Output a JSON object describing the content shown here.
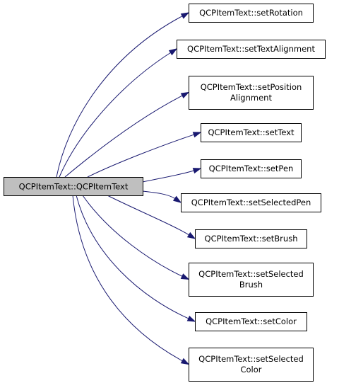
{
  "graph": {
    "source": {
      "label": "QCPItemText::QCPItemText"
    },
    "targets": [
      {
        "lines": [
          "QCPItemText::setRotation"
        ]
      },
      {
        "lines": [
          "QCPItemText::setTextAlignment"
        ]
      },
      {
        "lines": [
          "QCPItemText::setPosition",
          "Alignment"
        ]
      },
      {
        "lines": [
          "QCPItemText::setText"
        ]
      },
      {
        "lines": [
          "QCPItemText::setPen"
        ]
      },
      {
        "lines": [
          "QCPItemText::setSelectedPen"
        ]
      },
      {
        "lines": [
          "QCPItemText::setBrush"
        ]
      },
      {
        "lines": [
          "QCPItemText::setSelected",
          "Brush"
        ]
      },
      {
        "lines": [
          "QCPItemText::setColor"
        ]
      },
      {
        "lines": [
          "QCPItemText::setSelected",
          "Color"
        ]
      }
    ],
    "colors": {
      "edge": "#191970",
      "source_fill": "#bfbfbf",
      "node_fill": "#ffffff",
      "border": "#000000"
    }
  }
}
